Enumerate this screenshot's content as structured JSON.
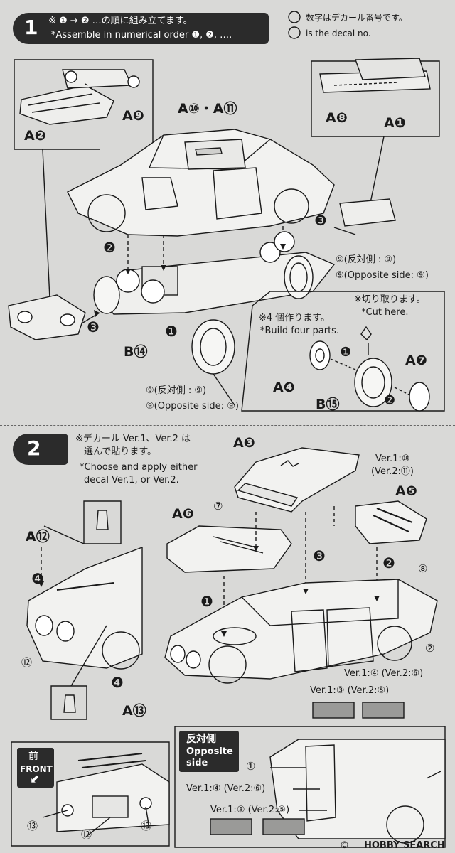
{
  "step1": {
    "number": "1",
    "jp_instruction": "※ ❶ → ❷ …の順に組み立てます。",
    "en_instruction": "*Assemble in numerical order ❶, ❷, ….",
    "decal_note_jp": "数字はデカール番号です。",
    "decal_note_en": "is the decal no.",
    "parts": {
      "a10_a11": "A⑩・A⑪",
      "a9": "A❾",
      "a2": "A❷",
      "a8": "A❽",
      "a1": "A❶",
      "b14": "B⑭",
      "a4": "A❹",
      "b15": "B⑮",
      "a7": "A❼"
    },
    "decal_right_jp": "⑨(反対側 : ⑨)",
    "decal_right_en": "⑨(Opposite side: ⑨)",
    "decal_bottom_jp": "⑨(反対側 : ⑨)",
    "decal_bottom_en": "⑨(Opposite side: ⑨)",
    "cut_jp": "※切り取ります。",
    "cut_en": "*Cut here.",
    "build_jp": "※4 個作ります。",
    "build_en": "*Build four parts.",
    "step_markers": [
      "❷",
      "❶",
      "❸",
      "❸",
      "❶",
      "❷"
    ]
  },
  "step2": {
    "number": "2",
    "jp_instruction_1": "※デカール Ver.1、Ver.2 は",
    "jp_instruction_2": "選んで貼ります。",
    "en_instruction_1": "*Choose and apply either",
    "en_instruction_2": "decal Ver.1, or Ver.2.",
    "parts": {
      "a3": "A❸",
      "a5": "A❺",
      "a6": "A❻",
      "a12": "A⑫",
      "a13": "A⑬"
    },
    "decals": {
      "roof_v1": "Ver.1:⑩",
      "roof_v2": "(Ver.2:⑪)",
      "d7": "⑦",
      "d8": "⑧",
      "d2": "②",
      "d12": "⑫",
      "door_v": "Ver.1:④ (Ver.2:⑥)",
      "side_v": "Ver.1:③ (Ver.2:⑤)",
      "d1": "①"
    },
    "step_markers": [
      "❹",
      "❶",
      "❸",
      "❷",
      "❹"
    ]
  },
  "front_box": {
    "jp": "前",
    "en": "FRONT",
    "d13a": "⑬",
    "d12": "⑫",
    "d13b": "⑬"
  },
  "opposite_box": {
    "jp": "反対側",
    "en_1": "Opposite",
    "en_2": "side",
    "d1": "①",
    "v4": "Ver.1:④ (Ver.2:⑥)",
    "v3": "Ver.1:③ (Ver.2:⑤)"
  },
  "watermark": {
    "copyright": "©",
    "brand": "HOBBY SEARCH"
  }
}
